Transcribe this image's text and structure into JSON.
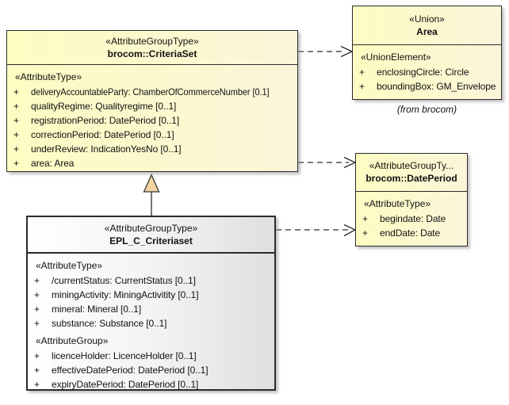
{
  "colors": {
    "box_fill_yellow_left": "#FDFCC2",
    "box_fill_yellow_right": "#FBF6DA",
    "box_fill_gray_left": "#FFFFFF",
    "box_fill_gray_right": "#DFDFDF",
    "border": "#2B2B2B",
    "shadow": "#A9A9A9",
    "generalization_triangle_fill": "#F2D3A0",
    "text": "#111111",
    "background": "#FFFFFF"
  },
  "boxes": {
    "criteria_set": {
      "stereotype": "«AttributeGroupType»",
      "name": "brocom::CriteriaSet",
      "section_heading": "«AttributeType»",
      "attributes": [
        {
          "vis": "+",
          "text": "deliveryAccountableParty: ChamberOfCommerceNumber [0.1]"
        },
        {
          "vis": "+",
          "text": "qualityRegime: Qualityregime [0..1]"
        },
        {
          "vis": "+",
          "text": "registrationPeriod: DatePeriod [0..1]"
        },
        {
          "vis": "+",
          "text": "correctionPeriod: DatePeriod [0..1]"
        },
        {
          "vis": "+",
          "text": "underReview: IndicationYesNo [0..1]"
        },
        {
          "vis": "+",
          "text": "area: Area"
        }
      ]
    },
    "area": {
      "stereotype": "«Union»",
      "name": "Area",
      "section_heading": "«UnionElement»",
      "attributes": [
        {
          "vis": "+",
          "text": "enclosingCircle: Circle"
        },
        {
          "vis": "+",
          "text": "boundingBox: GM_Envelope"
        }
      ],
      "caption": "(from brocom)"
    },
    "date_period": {
      "stereotype": "«AttributeGroupTy...",
      "name": "brocom::DatePeriod",
      "section_heading": "«AttributeType»",
      "attributes": [
        {
          "vis": "+",
          "text": "begindate: Date"
        },
        {
          "vis": "+",
          "text": "endDate: Date"
        }
      ]
    },
    "epl_criteriaset": {
      "stereotype": "«AttributeGroupType»",
      "name": "EPL_C_Criteriaset",
      "sections": [
        {
          "heading": "«AttributeType»",
          "attributes": [
            {
              "vis": "+",
              "text": "/currentStatus: CurrentStatus [0..1]"
            },
            {
              "vis": "+",
              "text": "miningActivity: MiningActivitity [0..1]"
            },
            {
              "vis": "+",
              "text": "mineral: Mineral [0..1]"
            },
            {
              "vis": "+",
              "text": "substance: Substance [0..1]"
            }
          ]
        },
        {
          "heading": "«AttributeGroup»",
          "attributes": [
            {
              "vis": "+",
              "text": "licenceHolder: LicenceHolder [0..1]"
            },
            {
              "vis": "+",
              "text": "effectiveDatePeriod: DatePeriod [0..1]"
            },
            {
              "vis": "+",
              "text": "expiryDatePeriod: DatePeriod [0..1]"
            }
          ]
        }
      ]
    }
  },
  "connectors": [
    {
      "type": "dependency",
      "from": "brocom::CriteriaSet",
      "to": "Area",
      "style": "dashed-open-arrow"
    },
    {
      "type": "dependency",
      "from": "brocom::CriteriaSet",
      "to": "brocom::DatePeriod",
      "style": "dashed-open-arrow"
    },
    {
      "type": "dependency",
      "from": "EPL_C_Criteriaset",
      "to": "brocom::DatePeriod",
      "style": "dashed-open-arrow"
    },
    {
      "type": "generalization",
      "from": "EPL_C_Criteriaset",
      "to": "brocom::CriteriaSet",
      "style": "solid-triangle"
    }
  ]
}
